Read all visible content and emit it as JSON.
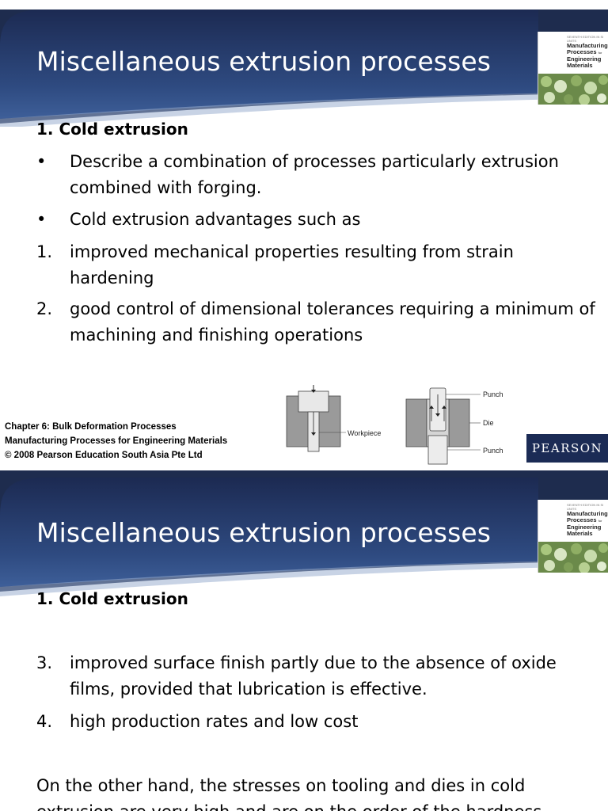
{
  "slides": [
    {
      "title": "Miscellaneous extrusion processes",
      "heading": "1. Cold extrusion",
      "items": [
        {
          "marker": "•",
          "text": "Describe a combination of processes particularly extrusion combined with forging."
        },
        {
          "marker": "•",
          "text": "Cold extrusion advantages such as"
        },
        {
          "marker": "1.",
          "text": "improved mechanical properties resulting from strain hardening"
        },
        {
          "marker": "2.",
          "text": "good control of dimensional tolerances requiring a minimum of machining and finishing operations"
        }
      ],
      "footer": [
        "Chapter 6: Bulk Deformation Processes",
        "Manufacturing Processes for Engineering Materials",
        "© 2008 Pearson Education South Asia Pte Ltd"
      ],
      "diagram_labels": {
        "workpiece": "Workpiece",
        "punch_top": "Punch",
        "die": "Die",
        "punch_bottom": "Punch"
      },
      "publisher_logo": "PEARSON"
    },
    {
      "title": "Miscellaneous extrusion processes",
      "heading": "1. Cold extrusion",
      "items": [
        {
          "marker": "3.",
          "text": "improved surface finish partly due to the absence of oxide films, provided that lubrication is effective."
        },
        {
          "marker": "4.",
          "text": "high production rates and low cost"
        }
      ],
      "paragraph": "On the other hand, the stresses on tooling and dies in cold extrusion are very high and are on the order of the hardness"
    }
  ],
  "book_cover": {
    "series": "SEVENTH EDITION IN SI UNITS",
    "title_lines": [
      "Manufacturing",
      "Processes",
      "Engineering",
      "Materials"
    ],
    "title_small": "for"
  },
  "colors": {
    "header_dark": "#1f2f5a",
    "header_mid": "#36548c",
    "page_gap": "#1e2c4e",
    "pearson_bg": "#1b2b55"
  }
}
